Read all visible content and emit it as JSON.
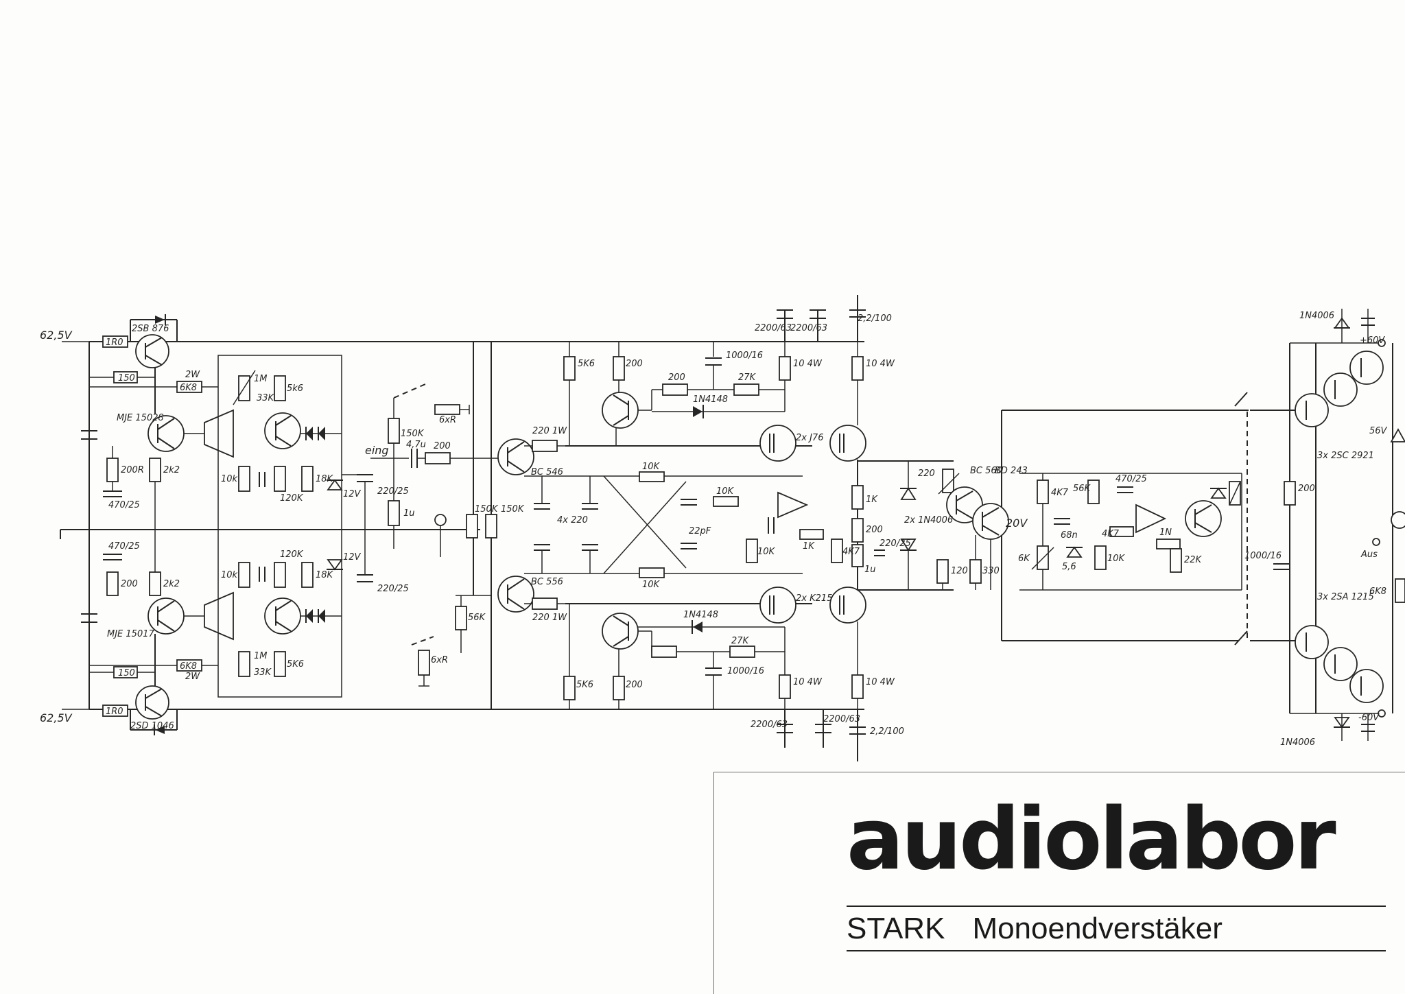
{
  "rails": {
    "pos_supply": "62,5V",
    "neg_supply": "62,5V",
    "out_pos": "+60V",
    "out_neg": "-60V"
  },
  "components": {
    "r_1r0_top": "1R0",
    "r_1r0_bot": "1R0",
    "r_150_top": "150",
    "r_150_bot": "150",
    "r_6k8_top": "6K8",
    "r_6k8_bot": "6K8",
    "r_2w_top": "2W",
    "r_2w_bot": "2W",
    "q_2sb": "2SB 876",
    "q_2sd": "2SD 1046",
    "q_mje_top": "MJE 15028",
    "q_mje_bot": "MJE 15017",
    "r_200r": "200R",
    "r_2k2_top": "2k2",
    "r_2k2_bot": "2k2",
    "c_470_top": "470/25",
    "c_470_bot": "470/25",
    "r_200_left": "200",
    "r_1m_top": "1M",
    "r_33k_top": "33K",
    "r_5k6_top": "5k6",
    "r_5k6_bot": "5K6",
    "r_1m_bot": "1M",
    "r_33k_bot": "33K",
    "r_10k_top": "10k",
    "r_10k_bot": "10k",
    "r_120k_top": "120K",
    "r_120k_bot": "120K",
    "r_18k_top": "18K",
    "r_18k_bot": "18K",
    "z_12v_top": "12V",
    "z_12v_bot": "12V",
    "c_220_25_top": "220/25",
    "c_220_25_bot": "220/25",
    "input": "eing",
    "r_150k": "150K",
    "c_4u7": "4,7u",
    "r_200_in": "200",
    "r_6xr": "6xR",
    "r_6xr_b": "6xR",
    "c_1u": "1u",
    "r_150k_a": "150K",
    "r_150k_b": "150K",
    "r_56k": "56K",
    "r_5k6_vas": "5K6",
    "r_5k6_vas_b": "5K6",
    "r_200_vas": "200",
    "r_200_vas_b": "200",
    "r_220_1w_top": "220 1W",
    "r_220_1w_bot": "220 1W",
    "q_bc546": "BC 546",
    "q_bc556": "BC 556",
    "r_10k_a": "10K",
    "r_10k_b": "10K",
    "r_10k_c": "10K",
    "c_4x220": "4x 220",
    "c_22pf": "22pF",
    "r_10k_d": "10K",
    "r_1k_small": "1K",
    "r_4k7": "4K7",
    "r_200_b": "200",
    "r_27k_top": "27K",
    "r_27k_bot": "27K",
    "d_1n4148_top": "1N4148",
    "d_1n4148_bot": "1N4148",
    "c_1000_16_top": "1000/16",
    "c_1000_16_bot": "1000/16",
    "c_2200_63_a": "2200/63",
    "c_2200_63_b": "2200/63",
    "c_2200_63_c": "2200/63",
    "c_2200_63_d": "2200/63",
    "c_2_2_100_top": "2,2/100",
    "c_2_2_100_bot": "2,2/100",
    "r_10_4w_a": "10 4W",
    "r_10_4w_b": "10 4W",
    "r_10_4w_c": "10 4W",
    "r_10_4w_d": "10 4W",
    "fet_top": "2x J76",
    "fet_bot": "2x K215",
    "r_1k": "1K",
    "r_200_out": "200",
    "c_220_25_out": "220/25",
    "r_1u_out": "1u",
    "d_2x1n4006": "2x 1N4006",
    "r_220_prot": "220",
    "q_bc560": "BC 560",
    "q_bd243": "BD 243",
    "v_20v": "20V",
    "r_120": "120",
    "r_330": "330",
    "r_4k7_b": "4K7",
    "r_56k_b": "56K",
    "c_470_25_b": "470/25",
    "c_68n": "68n",
    "r_6k": "6K",
    "z_5v6": "5,6",
    "r_10k_pot": "10K",
    "r_4k7_c": "4K7",
    "r_1n": "1N",
    "r_22k": "22K",
    "c_1000_16_psu": "1000/16",
    "r_200_psu": "200",
    "q_2sc": "3x 2SC 2921",
    "q_2sa": "3x 2SA 1215",
    "z_56v": "56V",
    "r_6k8_psu": "6K8",
    "aus": "Aus",
    "d_1n4006_top": "1N4006",
    "d_1n4006_bot": "1N4006"
  },
  "title_block": {
    "brand": "audiolabor",
    "model": "STARK",
    "description": "Monoendverstäker"
  }
}
